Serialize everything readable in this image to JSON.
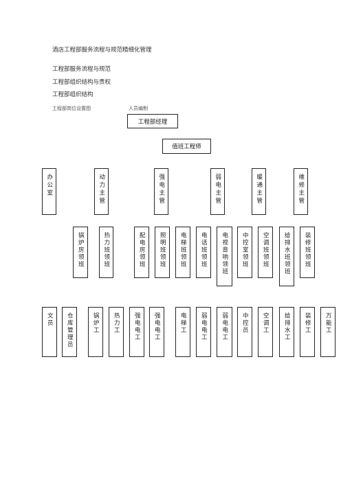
{
  "document": {
    "title": "酒店工程部服务流程与规范精细化管理",
    "headings": [
      "工程部服务流程与规范",
      "工程部组织结构与责权",
      "工程部组织结构"
    ],
    "caption_left": "工程部岗位设置图",
    "caption_right": "人员编制"
  },
  "org_chart": {
    "top": "工程部经理",
    "second": "值班工程师",
    "supervisors": [
      "办公室",
      "动力主管",
      "强电主管",
      "弱电主管",
      "暖通主管",
      "维修主管"
    ],
    "team_leaders": [
      "锅炉房领班",
      "热力班领班",
      "配电房领班",
      "照明班领班",
      "电梯班领班",
      "电话班领班",
      "电视音响领班",
      "中控室领班",
      "空调班领班",
      "给排水班领班",
      "装修班领班"
    ],
    "staff": [
      "文员",
      "仓库管理员",
      "锅炉工",
      "热力工",
      "强电电工",
      "强电电工",
      "电梯工",
      "弱电电工",
      "弱电电工",
      "中控员",
      "空调工",
      "给排水工",
      "装修工",
      "万能工"
    ]
  }
}
